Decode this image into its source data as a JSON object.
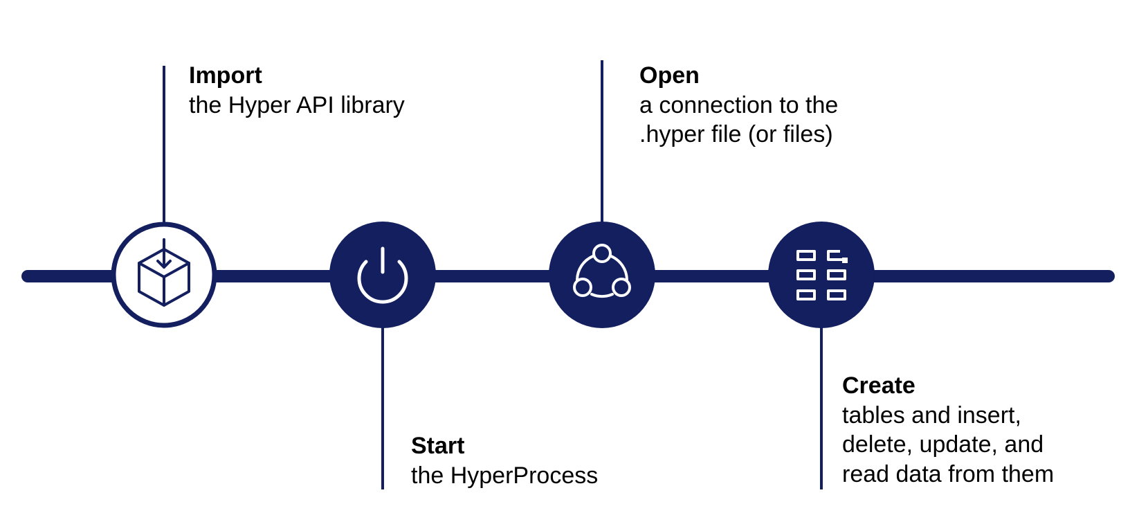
{
  "colors": {
    "navy": "#131f5f",
    "background": "#ffffff",
    "icon_on_filled": "#ffffff"
  },
  "steps": [
    {
      "title": "Import",
      "description": "the Hyper API library",
      "icon": "package-download-icon",
      "style": "outlined"
    },
    {
      "title": "Start",
      "description": "the HyperProcess",
      "icon": "power-icon",
      "style": "filled"
    },
    {
      "title": "Open",
      "description": "a connection to the\n.hyper file (or files)",
      "icon": "connection-network-icon",
      "style": "filled"
    },
    {
      "title": "Create",
      "description": "tables and insert,\ndelete, update, and\nread data from them",
      "icon": "table-grid-icon",
      "style": "filled"
    }
  ]
}
